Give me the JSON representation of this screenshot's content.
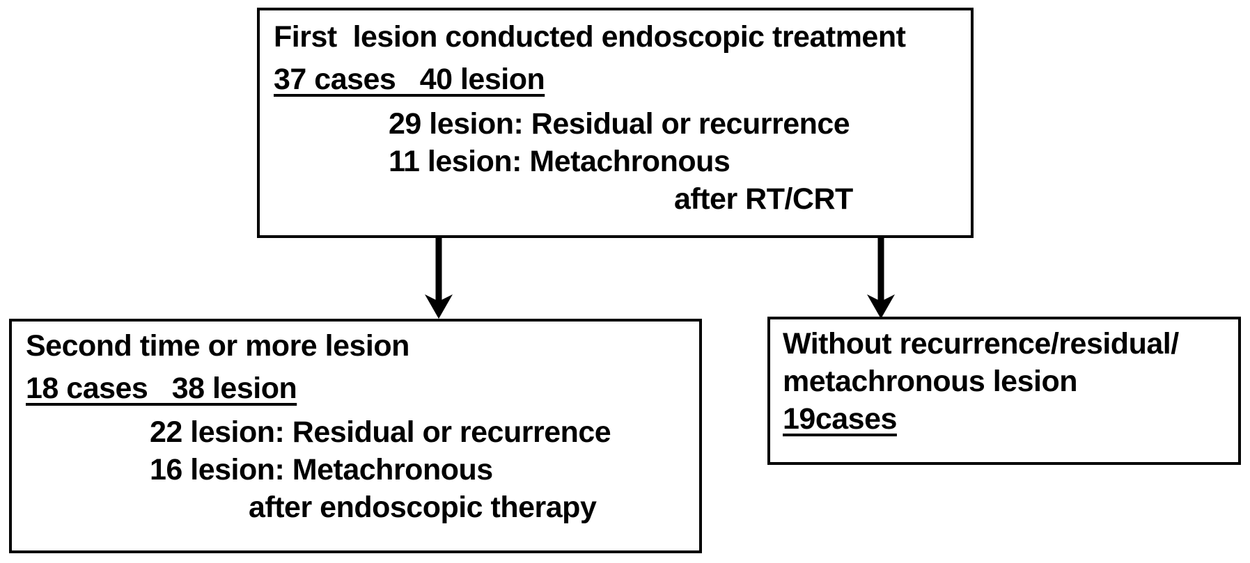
{
  "diagram": {
    "title": "Endoscopic treatment lesion flowchart",
    "colors": {
      "stroke": "#000000",
      "fill": "#ffffff",
      "text": "#000000"
    },
    "nodes": {
      "first_lesion": {
        "title": "First  lesion conducted endoscopic treatment",
        "counts": "37 cases   40 lesion",
        "residual": "29 lesion: Residual or recurrence",
        "metachronous": "11 lesion: Metachronous",
        "after": "after RT/CRT"
      },
      "second_lesion": {
        "title": "Second time or more lesion",
        "counts": "18 cases   38 lesion",
        "residual": "22 lesion: Residual or recurrence",
        "metachronous": "16 lesion: Metachronous",
        "after": "after endoscopic therapy"
      },
      "without_recurrence": {
        "line1": "Without recurrence/residual/",
        "line2": "metachronous lesion",
        "line3": "19cases"
      }
    },
    "edges": [
      {
        "name": "arrow-to-second-lesion",
        "from": "first_lesion",
        "to": "second_lesion",
        "direction": "down",
        "label": ""
      },
      {
        "name": "arrow-to-without-recurrence",
        "from": "first_lesion",
        "to": "without_recurrence",
        "direction": "down",
        "label": ""
      }
    ]
  }
}
